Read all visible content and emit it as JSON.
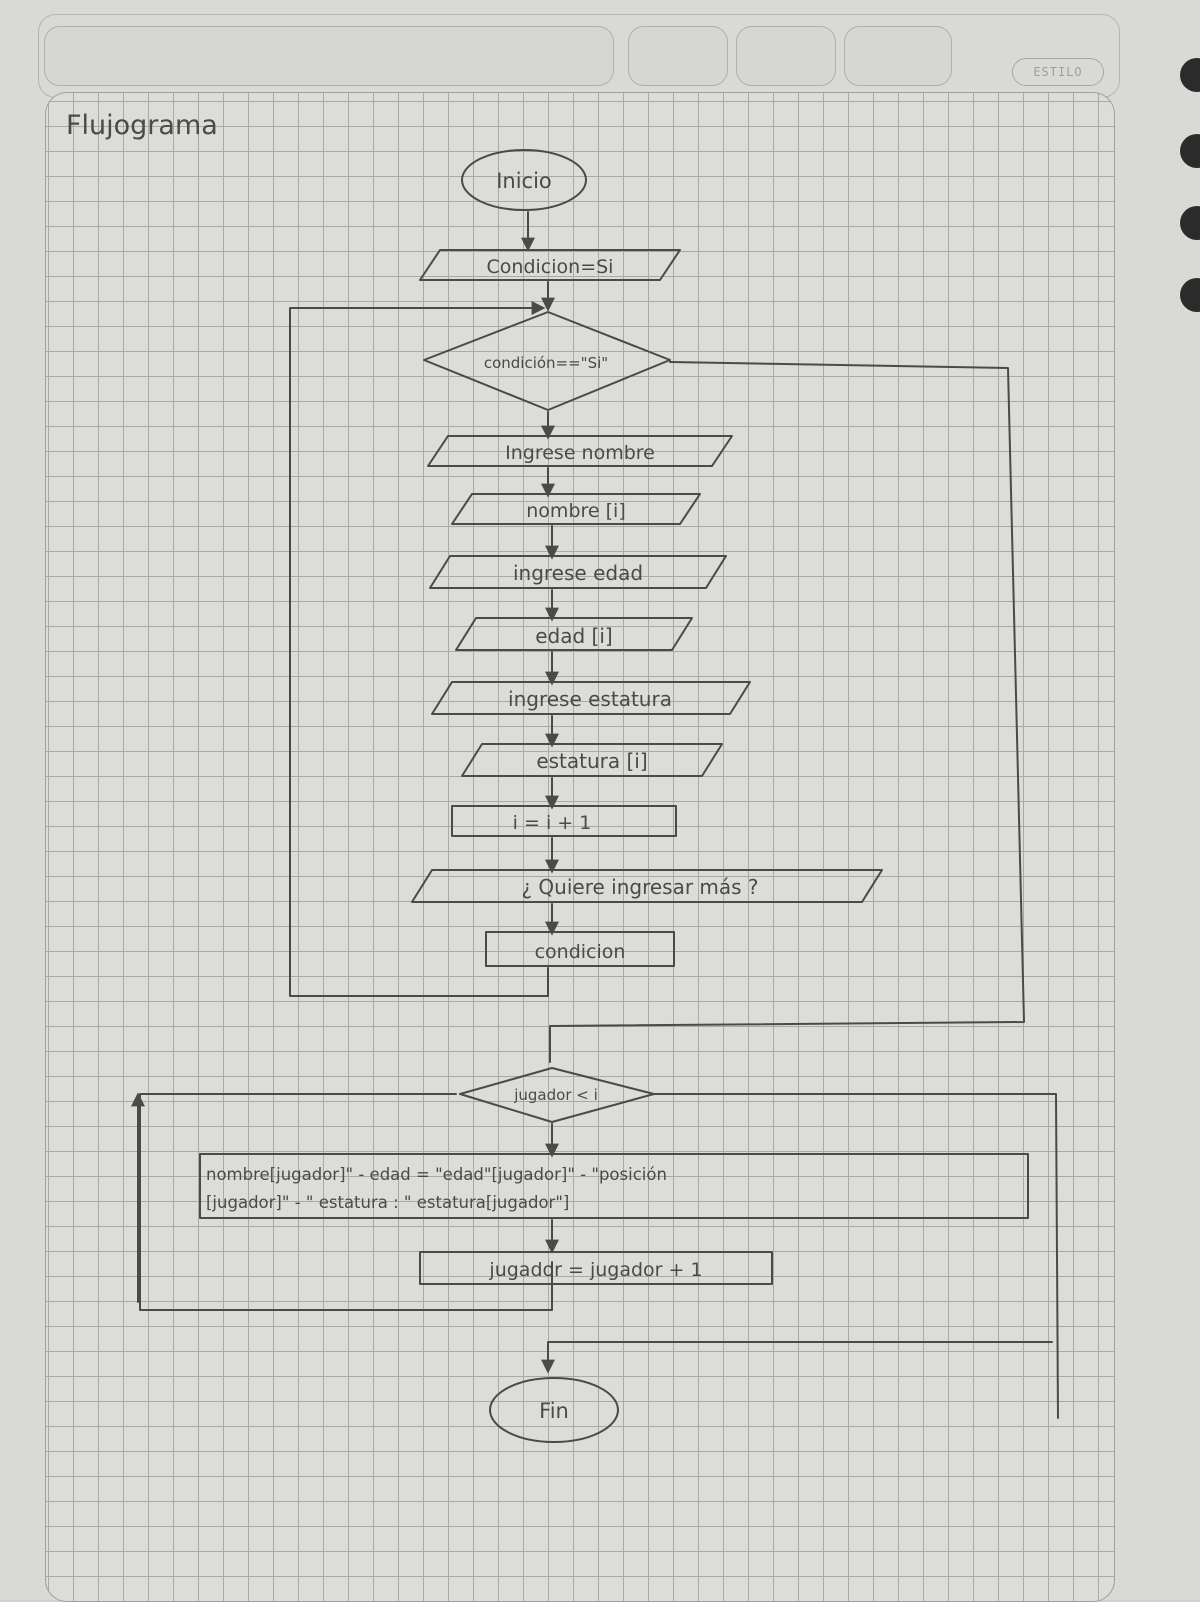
{
  "page": {
    "header_label": "ESTILO"
  },
  "diagram": {
    "title": "Flujograma",
    "nodes": {
      "start": "Inicio",
      "init": "Condicion=Si",
      "loop_decision": "condición==\"Si\"",
      "prompt_name": "Ingrese nombre",
      "read_name": "nombre [i]",
      "prompt_age": "ingrese edad",
      "read_age": "edad [i]",
      "prompt_height": "ingrese estatura",
      "read_height": "estatura [i]",
      "increment_i": "i = i + 1",
      "ask_more": "¿ Quiere ingresar más ?",
      "read_condition": "condicion",
      "player_decision": "jugador < i",
      "output_line1": "nombre[jugador]\" - edad = \"edad\"[jugador]\" - \"posición",
      "output_line2": "[jugador]\" - \" estatura : \" estatura[jugador\"]",
      "increment_player": "jugador = jugador + 1",
      "end": "Fin"
    }
  }
}
